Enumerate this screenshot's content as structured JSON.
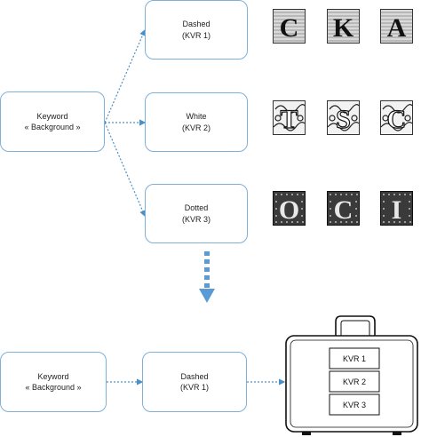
{
  "top": {
    "keyword": {
      "line1": "Keyword",
      "line2": "« Background »"
    },
    "branches": [
      {
        "line1": "Dashed",
        "line2": "(KVR 1)"
      },
      {
        "line1": "White",
        "line2": "(KVR 2)"
      },
      {
        "line1": "Dotted",
        "line2": "(KVR 3)"
      }
    ]
  },
  "bottom": {
    "keyword": {
      "line1": "Keyword",
      "line2": "« Background »"
    },
    "selected": {
      "line1": "Dashed",
      "line2": "(KVR 1)"
    },
    "vault_items": [
      "KVR 1",
      "KVR 2",
      "KVR 3"
    ]
  },
  "thumbnails": {
    "row1": [
      "C",
      "K",
      "A"
    ],
    "row2": [
      "T",
      "S",
      "C"
    ],
    "row3": [
      "O",
      "C",
      "I"
    ]
  },
  "colors": {
    "arrow": "#4a90c8",
    "box_border": "#7fb0d8",
    "big_arrow": "#5b9bd5"
  }
}
